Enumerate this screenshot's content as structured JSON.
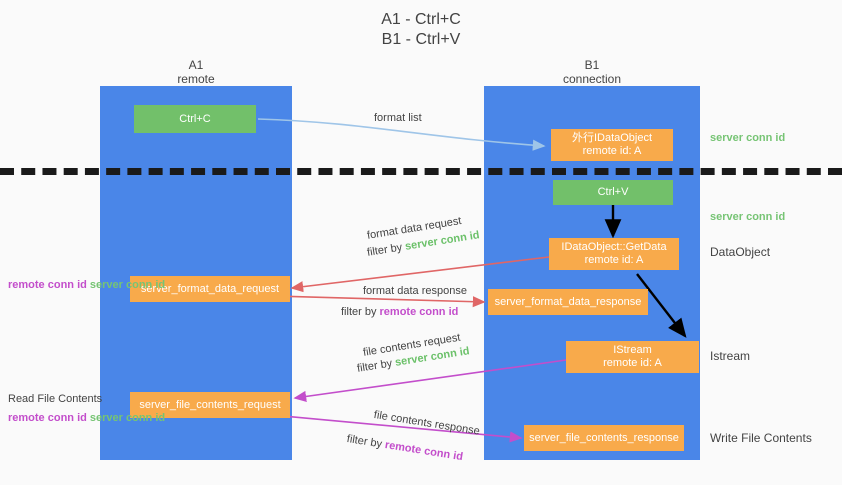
{
  "title": {
    "line1": "A1 - Ctrl+C",
    "line2": "B1 - Ctrl+V"
  },
  "lanes": [
    {
      "name": "a1",
      "title": "A1",
      "subtitle": "remote",
      "color": "#4a86e8"
    },
    {
      "name": "b1",
      "title": "B1",
      "subtitle": "connection",
      "color": "#4a86e8"
    }
  ],
  "colors": {
    "lane": "#4a86e8",
    "green_box": "#72c06a",
    "orange_box": "#f8aa4b",
    "server_conn_text": "#76c474",
    "remote_conn_text": "#c34ecb",
    "arrow_blue": "#9fc5e8",
    "arrow_red": "#e06666",
    "arrow_magenta": "#c34ecb",
    "arrow_black": "#000000",
    "background": "#fafafa",
    "text": "#434343"
  },
  "nodes": {
    "ctrl_c": {
      "label": "Ctrl+C",
      "style": "green"
    },
    "idataobject_top": {
      "line1": "外行IDataObject",
      "line2": "remote id: A",
      "style": "orange"
    },
    "ctrl_v": {
      "label": "Ctrl+V",
      "style": "green"
    },
    "getdata": {
      "line1": "IDataObject::GetData",
      "line2": "remote id: A",
      "style": "orange"
    },
    "server_format_data_request": {
      "label": "server_format_data_request",
      "style": "orange"
    },
    "server_format_data_response": {
      "label": "server_format_data_response",
      "style": "orange"
    },
    "istream": {
      "line1": "IStream",
      "line2": "remote id: A",
      "style": "orange"
    },
    "server_file_contents_request": {
      "label": "server_file_contents_request",
      "style": "orange"
    },
    "server_file_contents_response": {
      "label": "server_file_contents_response",
      "style": "orange"
    }
  },
  "annotations": {
    "server_conn_id_1": "server conn id",
    "server_conn_id_2": "server conn id",
    "left_mid_remote": "remote conn id",
    "left_mid_server": "server conn id",
    "read_file_contents": "Read File Contents",
    "left_low_remote": "remote conn id",
    "left_low_server": "server conn id"
  },
  "edge_labels": {
    "format_list": "format list",
    "format_data_request": "format data request",
    "format_data_request_filter_prefix": "filter by ",
    "format_data_request_filter_value": "server conn id",
    "format_data_response": "format data response",
    "format_data_response_filter_prefix": "filter by ",
    "format_data_response_filter_value": "remote conn id",
    "file_contents_request": "file contents request",
    "file_contents_request_filter_prefix": "filter by ",
    "file_contents_request_filter_value": "server conn id",
    "file_contents_response": "file contents response",
    "file_contents_response_filter_prefix": "filter by ",
    "file_contents_response_filter_value": "remote conn id"
  },
  "right_labels": {
    "dataobject": "DataObject",
    "istream": "Istream",
    "write_file_contents": "Write File Contents"
  }
}
